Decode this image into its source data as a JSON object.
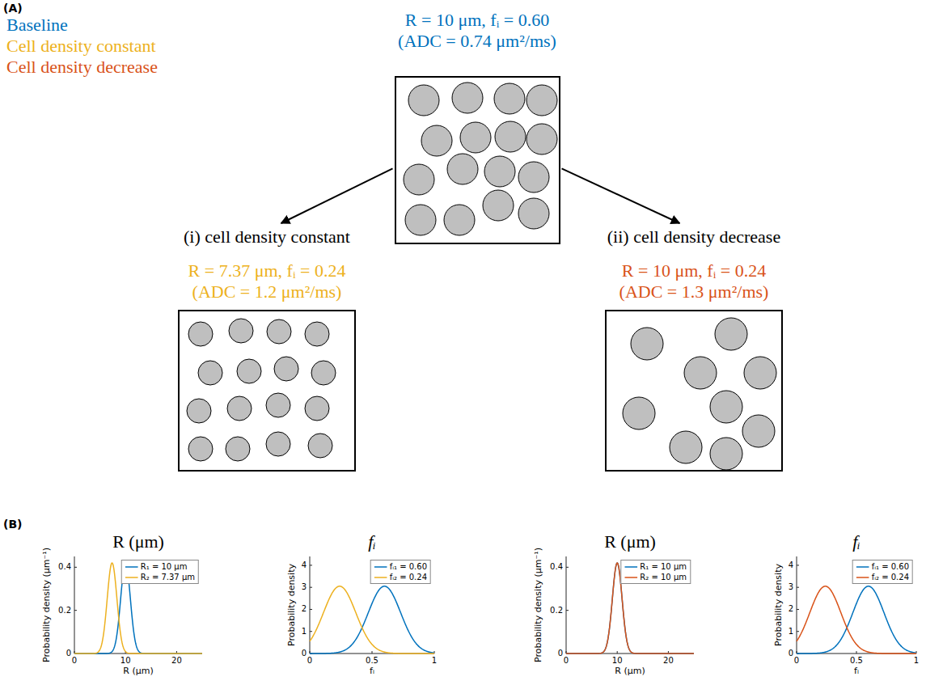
{
  "diagram": {
    "nodes": [
      {
        "text": [
          "R = 10 μm, fᵢ = 0.60",
          "(ADC = 0.74 μm²/ms)"
        ]
      },
      {
        "text": [
          "(i) cell density constant",
          "R = 7.37 μm, fᵢ = 0.24",
          "(ADC = 1.2 μm²/ms)"
        ]
      },
      {
        "text": [
          "(ii) cell density decrease",
          "R = 10 μm, fᵢ = 0.24",
          "(ADC = 1.3 μm²/ms)"
        ]
      }
    ],
    "edges": [
      {
        "from": 0,
        "to": 1,
        "arrow": "to"
      },
      {
        "from": 0,
        "to": 2,
        "arrow": "to"
      }
    ],
    "labels": [
      "(A)",
      "(B)",
      "R (μm)",
      "Probability density (μm⁻¹)",
      "R (μm)",
      "0",
      "0.2",
      "0.4",
      "0",
      "10",
      "20",
      "fᵢ",
      "Probability density",
      "fᵢ",
      "0",
      "1",
      "2",
      "3",
      "4",
      "0",
      "0.5",
      "1",
      "R (μm)",
      "Probability density (μm⁻¹)",
      "R (μm)",
      "0",
      "0.2",
      "0.4",
      "0",
      "10",
      "20",
      "fᵢ",
      "Probability density",
      "fᵢ",
      "0",
      "1",
      "2",
      "3",
      "4",
      "0",
      "0.5",
      "1"
    ],
    "legend": [
      {
        "text": "Baseline",
        "color": "#0072BD"
      },
      {
        "text": "Cell density constant",
        "color": "#EDB120"
      },
      {
        "text": "Cell density decrease",
        "color": "#D95319"
      },
      {
        "text": "R₁ = 10 μm"
      },
      {
        "text": "R₂ = 7.37 μm"
      },
      {
        "text": "fᵢ₁ = 0.60"
      },
      {
        "text": "fᵢ₂ = 0.24"
      },
      {
        "text": "R₁ = 10 μm"
      },
      {
        "text": "R₂ = 10 μm"
      },
      {
        "text": "fᵢ₁ = 0.60"
      },
      {
        "text": "fᵢ₂ = 0.24"
      }
    ]
  }
}
